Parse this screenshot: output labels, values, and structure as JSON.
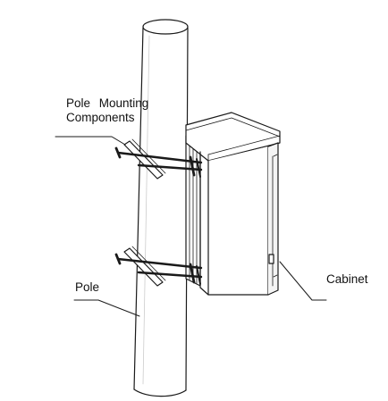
{
  "diagram": {
    "labels": {
      "mounting_line1": "Pole Mounting",
      "mounting_line2": "Components",
      "pole": "Pole",
      "cabinet": "Cabinet"
    },
    "colors": {
      "line": "#1a1a1a",
      "background": "#ffffff",
      "surface_shade": "#f4f4f4"
    }
  }
}
